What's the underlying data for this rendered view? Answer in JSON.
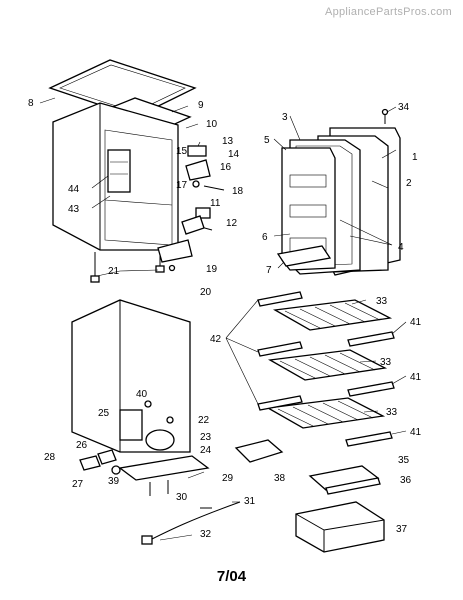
{
  "watermark": "AppliancePartsPros.com",
  "footer": "7/04",
  "callouts": [
    "8",
    "9",
    "10",
    "34",
    "3",
    "1",
    "5",
    "13",
    "15",
    "14",
    "16",
    "44",
    "17",
    "18",
    "2",
    "43",
    "11",
    "12",
    "6",
    "4",
    "7",
    "21",
    "19",
    "20",
    "33",
    "42",
    "41",
    "33",
    "41",
    "40",
    "25",
    "22",
    "33",
    "23",
    "24",
    "41",
    "35",
    "26",
    "28",
    "38",
    "27",
    "39",
    "29",
    "36",
    "30",
    "31",
    "37",
    "32"
  ]
}
